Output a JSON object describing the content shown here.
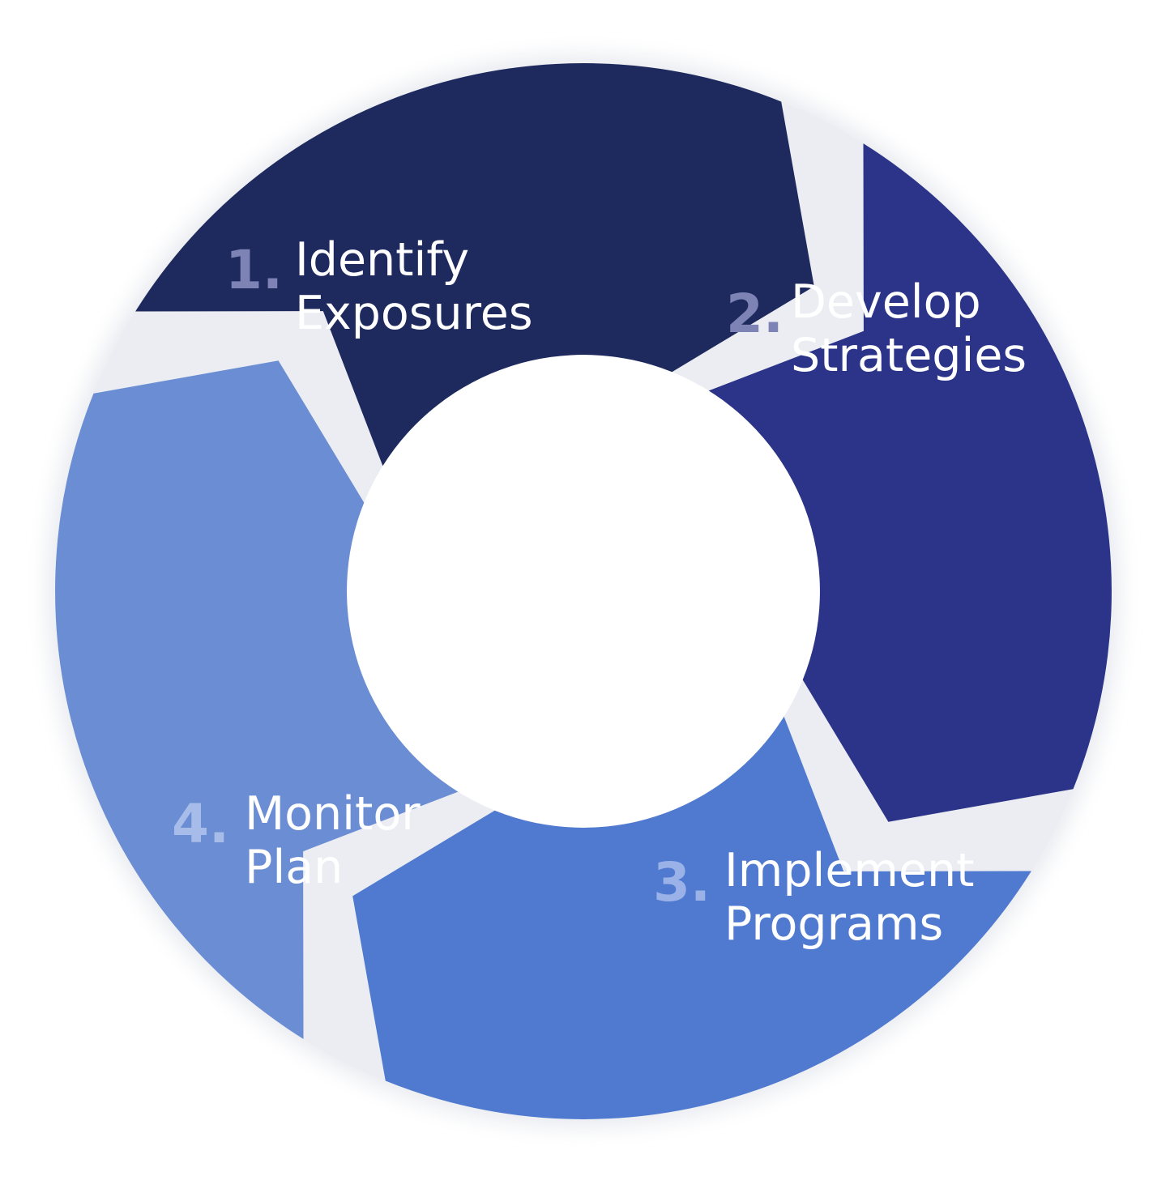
{
  "colors": {
    "step1": "#1E2A5E",
    "step2": "#2B3488",
    "step3": "#4F7AD0",
    "step4": "#6A8DD4",
    "number_1": "#7D83B5",
    "number_2": "#7D83B5",
    "number_3": "#9AB2E8",
    "number_4": "#A7BCE8",
    "gap": "#E9EBF0"
  },
  "steps": [
    {
      "number": "1.",
      "line1": "Identify",
      "line2": "Exposures"
    },
    {
      "number": "2.",
      "line1": "Develop",
      "line2": "Strategies"
    },
    {
      "number": "3.",
      "line1": "Implement",
      "line2": "Programs"
    },
    {
      "number": "4.",
      "line1": "Monitor",
      "line2": "Plan"
    }
  ]
}
